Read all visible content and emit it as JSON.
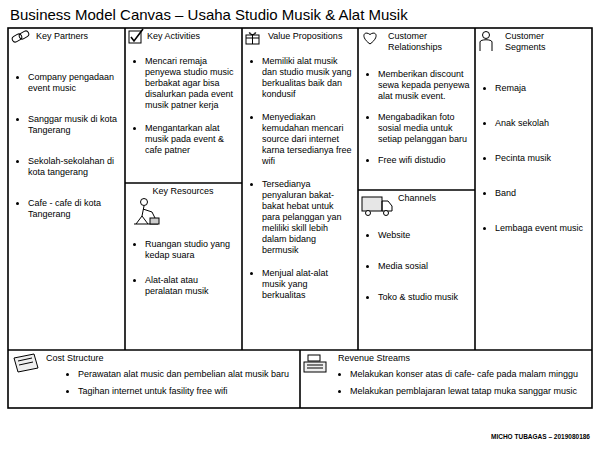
{
  "diagram": {
    "title": "Business Model Canvas – Usaha Studio Musik & Alat Musik",
    "nodes": [
      {
        "text": [
          "Key Partners",
          "Company pengadaan event music",
          "Sanggar musik di kota Tangerang",
          "Sekolah-sekolahan di kota tangerang",
          "Cafe - cafe di kota Tangerang"
        ]
      },
      {
        "text": [
          "Key Activities",
          "Mencari remaja penyewa studio music berbakat agar bisa disalurkan pada event musik patner kerja",
          "Mengantarkan alat musik pada event & cafe patner"
        ]
      },
      {
        "text": [
          "Key Resources",
          "Ruangan studio yang kedap suara",
          "Alat-alat atau peralatan musik"
        ]
      },
      {
        "text": [
          "Value Propositions",
          "Memiliki alat musik dan studio musik yang berkualitas baik dan kondusif",
          "Menyediakan kemudahan mencari source dari internet karna tersedianya free wifi",
          "Tersedianya penyaluran bakat-bakat hebat untuk para pelanggan yan meliliki skill lebih dalam bidang bermusik",
          "Menjual alat-alat musik yang berkualitas"
        ]
      },
      {
        "text": [
          "Customer Relationships",
          "Memberikan discount sewa kepada penyewa alat musik event.",
          "Mengabadikan foto sosial media untuk setiap pelanggan baru",
          "Free wifi distudio"
        ]
      },
      {
        "text": [
          "Channels",
          "Website",
          "Media sosial",
          "Toko & studio musik"
        ]
      },
      {
        "text": [
          "Customer Segments",
          "Remaja",
          "Anak sekolah",
          "Pecinta musik",
          "Band",
          "Lembaga event music"
        ]
      },
      {
        "text": [
          "Cost Structure",
          "Perawatan alat music dan pembelian alat musik baru",
          "Tagihan internet untuk fasility free wifi"
        ]
      },
      {
        "text": [
          "Revenue Streams",
          "Melakukan konser atas di cafe- cafe pada malam minggu",
          "Melakukan pemblajaran lewat tatap muka sanggar music"
        ]
      }
    ],
    "labels": [
      "MICHO TUBAGAS – 2019080186"
    ]
  }
}
